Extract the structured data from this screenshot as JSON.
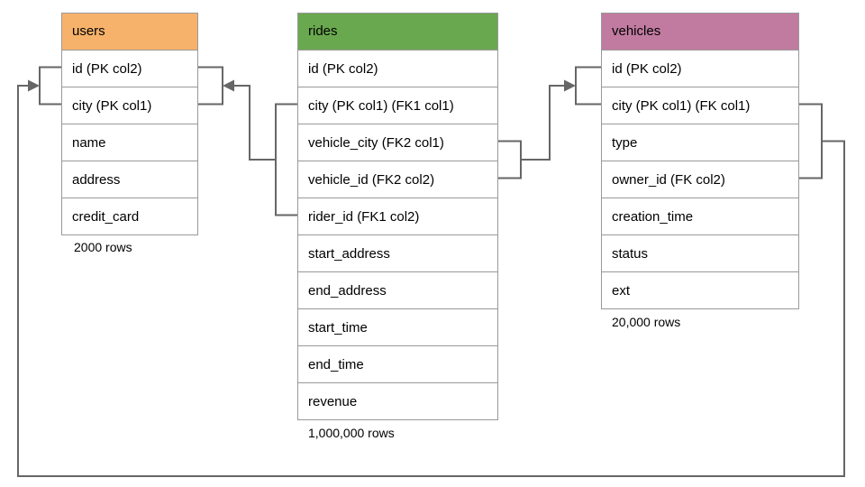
{
  "tables": [
    {
      "name": "users",
      "header_color": "#F6B26B",
      "columns": [
        "id (PK col2)",
        "city (PK col1)",
        "name",
        "address",
        "credit_card"
      ],
      "row_count_label": "2000 rows"
    },
    {
      "name": "rides",
      "header_color": "#6AA84F",
      "columns": [
        "id (PK col2)",
        "city (PK col1) (FK1 col1)",
        "vehicle_city (FK2 col1)",
        "vehicle_id (FK2 col2)",
        "rider_id (FK1 col2)",
        "start_address",
        "end_address",
        "start_time",
        "end_time",
        "revenue"
      ],
      "row_count_label": "1,000,000 rows"
    },
    {
      "name": "vehicles",
      "header_color": "#C27BA0",
      "columns": [
        "id (PK col2)",
        "city (PK col1) (FK col1)",
        "type",
        "owner_id (FK col2)",
        "creation_time",
        "status",
        "ext"
      ],
      "row_count_label": "20,000 rows"
    }
  ],
  "relationships": [
    {
      "name": "FK1",
      "from_table": "rides",
      "from_columns": [
        "city (PK col1) (FK1 col1)",
        "rider_id (FK1 col2)"
      ],
      "to_table": "users",
      "to_columns": [
        "id (PK col2)",
        "city (PK col1)"
      ]
    },
    {
      "name": "FK2",
      "from_table": "rides",
      "from_columns": [
        "vehicle_city (FK2 col1)",
        "vehicle_id (FK2 col2)"
      ],
      "to_table": "vehicles",
      "to_columns": [
        "id (PK col2)",
        "city (PK col1) (FK col1)"
      ]
    },
    {
      "name": "FK",
      "from_table": "vehicles",
      "from_columns": [
        "city (PK col1) (FK col1)",
        "owner_id (FK col2)"
      ],
      "to_table": "users",
      "to_columns": [
        "id (PK col2)",
        "city (PK col1)"
      ]
    }
  ],
  "colors": {
    "users_header": "#F6B26B",
    "rides_header": "#6AA84F",
    "vehicles_header": "#C27BA0",
    "connector": "#666666",
    "table_border": "#999999",
    "text": "#000000",
    "background": "#FFFFFF"
  }
}
